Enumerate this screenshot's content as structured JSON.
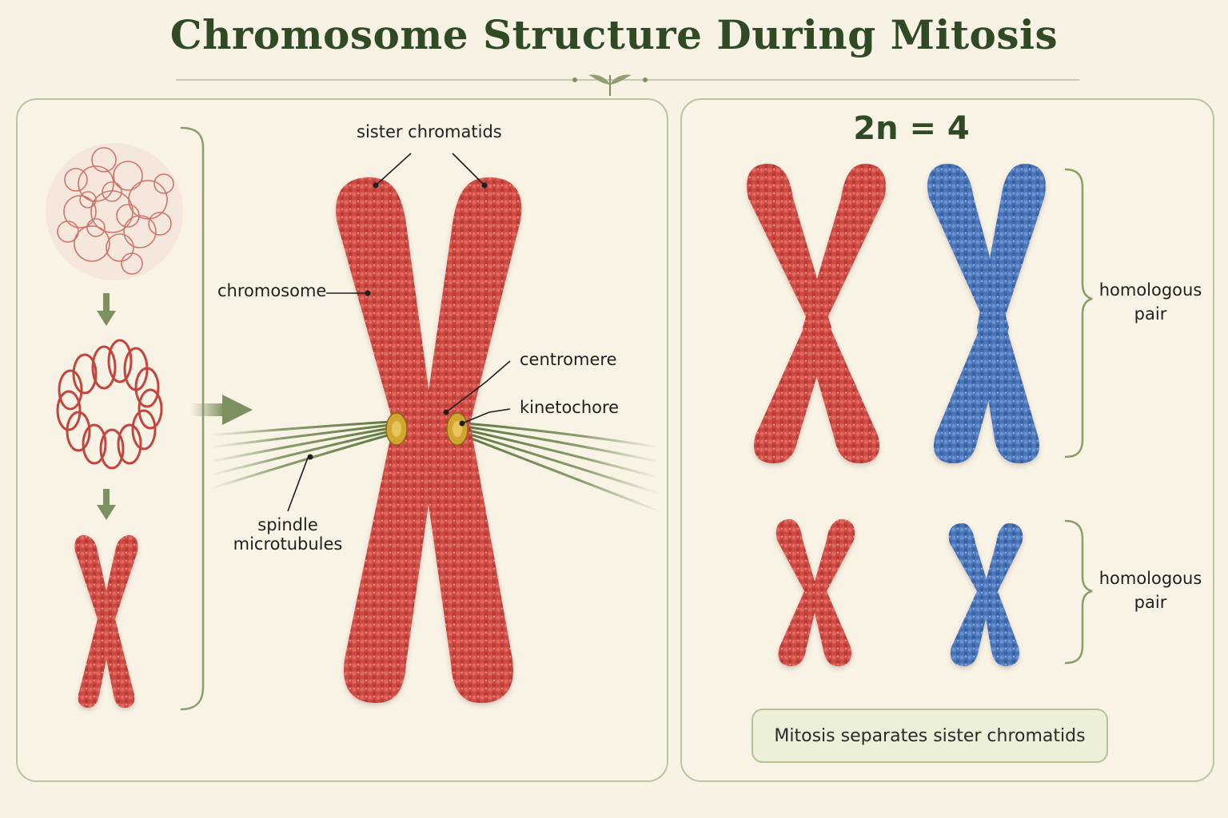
{
  "title": "Chromosome Structure During Mitosis",
  "labels": {
    "sister_chromatids": "sister chromatids",
    "chromosome": "chromosome",
    "centromere": "centromere",
    "kinetochore": "kinetochore",
    "spindle_line1": "spindle",
    "spindle_line2": "microtubules"
  },
  "right_panel": {
    "ploidy": "2n = 4",
    "pairs": [
      {
        "line1": "homologous",
        "line2": "pair"
      },
      {
        "line1": "homologous",
        "line2": "pair"
      }
    ],
    "note": "Mitosis separates sister chromatids"
  },
  "colors": {
    "chromosome_red": "#cf4a42",
    "chromosome_blue": "#4a74b8",
    "accent_green": "#2f4a24",
    "kinetochore_gold": "#d2a631"
  }
}
